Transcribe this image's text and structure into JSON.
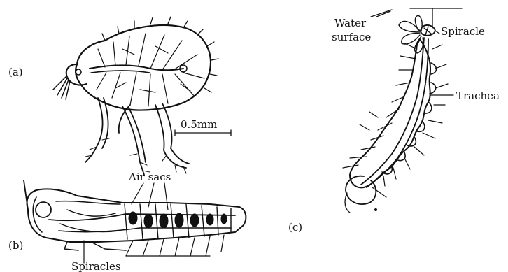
{
  "panels": {
    "a": {
      "label": "(a)",
      "scale": "0.5mm"
    },
    "b": {
      "label": "(b)",
      "air_sacs": "Air sacs",
      "spiracles": "Spiracles"
    },
    "c": {
      "label": "(c)",
      "water_surface_line1": "Water",
      "water_surface_line2": "surface",
      "spiracle": "Spiracle",
      "trachea": "Trachea"
    }
  }
}
